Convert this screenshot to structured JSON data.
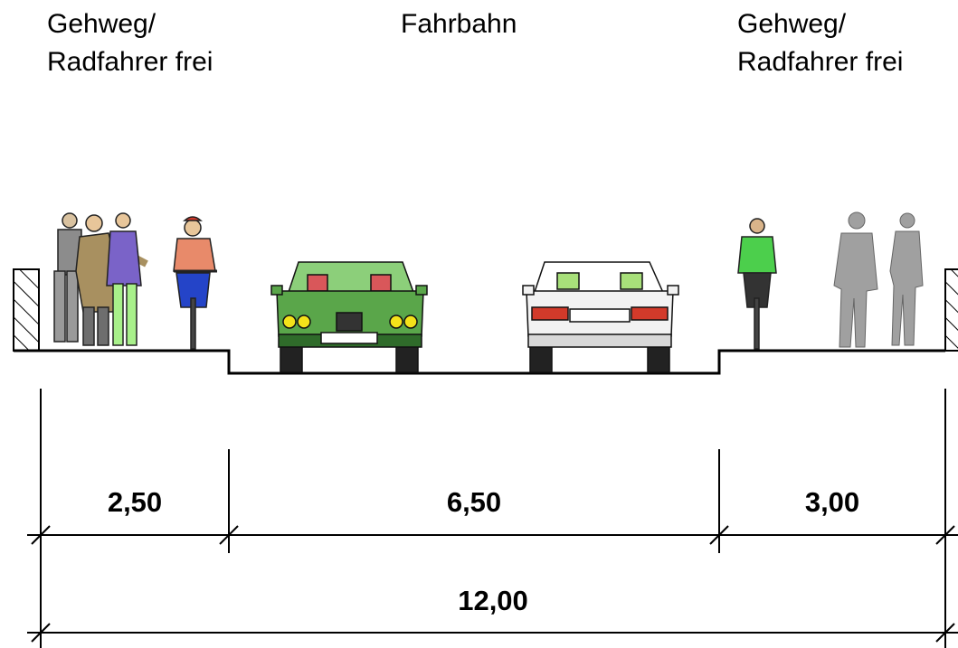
{
  "labels": {
    "left_walk_line1": "Gehweg/",
    "left_walk_line2": "Radfahrer frei",
    "road": "Fahrbahn",
    "right_walk_line1": "Gehweg/",
    "right_walk_line2": "Radfahrer frei"
  },
  "dimensions": {
    "left_sidewalk": "2,50",
    "roadway": "6,50",
    "right_sidewalk": "3,00",
    "total": "12,00"
  },
  "colors": {
    "green_car": "#5aa64a",
    "green_car_dark": "#2f6b2a",
    "white_car": "#f2f2f2",
    "lamp_yellow": "#f4e21a",
    "cyclist_blue": "#2444c8",
    "cyclist_shirt": "#e88a6a",
    "cyclist2_shirt": "#4ccf4c",
    "man_purple": "#7a63c8",
    "man_green_pants": "#a8f08a",
    "man_tan_coat": "#a89060",
    "silhouette_gray": "#a0a0a0",
    "brake_red": "#d23a2a",
    "seat_red": "#d9575a"
  }
}
